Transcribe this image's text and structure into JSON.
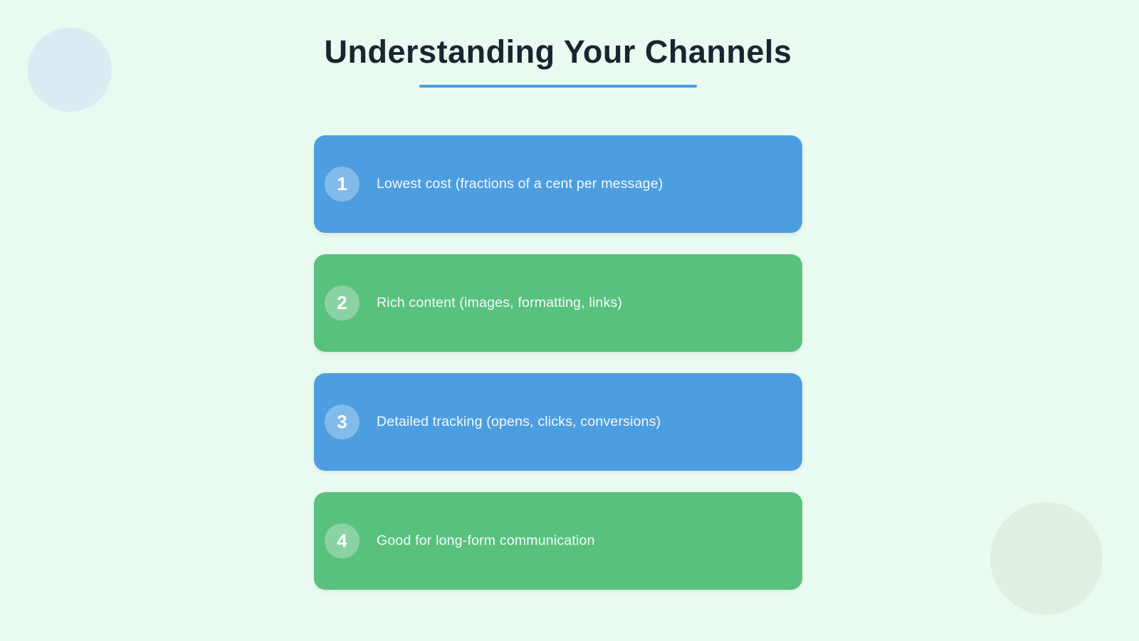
{
  "page": {
    "title": "Understanding Your Channels",
    "background_color": "#E9FAF0",
    "title_color": "#1B2430",
    "underline_color": "#4A9EDB"
  },
  "list": {
    "items": [
      {
        "number": "1",
        "label": "Lowest cost (fractions of a cent per message)",
        "color": "#4D9EE0"
      },
      {
        "number": "2",
        "label": "Rich content (images, formatting, links)",
        "color": "#58C17E"
      },
      {
        "number": "3",
        "label": "Detailed tracking (opens, clicks, conversions)",
        "color": "#4D9EE0"
      },
      {
        "number": "4",
        "label": "Good for long-form communication",
        "color": "#58C17E"
      }
    ]
  },
  "decorations": {
    "top_left_circle_color": "#DCEBF2",
    "bottom_right_circle_color": "#DFF0E3"
  }
}
